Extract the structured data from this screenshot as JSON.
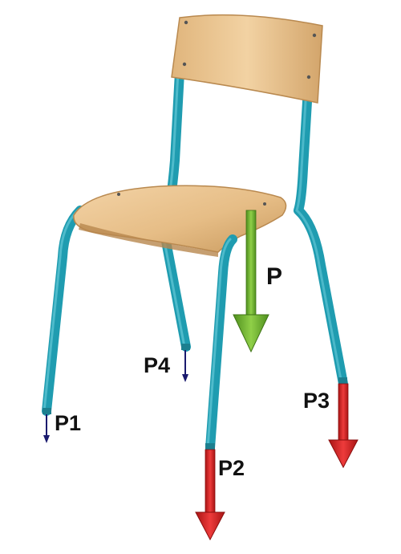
{
  "figure": {
    "subject": "chair",
    "forces": [
      {
        "id": "P",
        "label": "P",
        "arrow_color": "#6aa82a"
      },
      {
        "id": "P1",
        "label": "P1",
        "arrow_color": "#1a1a6e"
      },
      {
        "id": "P2",
        "label": "P2",
        "arrow_color": "#d42020"
      },
      {
        "id": "P3",
        "label": "P3",
        "arrow_color": "#d42020"
      },
      {
        "id": "P4",
        "label": "P4",
        "arrow_color": "#1a1a6e"
      }
    ],
    "colors": {
      "frame": "#1f9cb0",
      "frame_dark": "#12707e",
      "wood": "#e8c28f",
      "wood_dark": "#c99a5e",
      "gravity_arrow": "#6aa82a",
      "large_reaction": "#d42020",
      "small_reaction": "#1a1a6e"
    }
  }
}
